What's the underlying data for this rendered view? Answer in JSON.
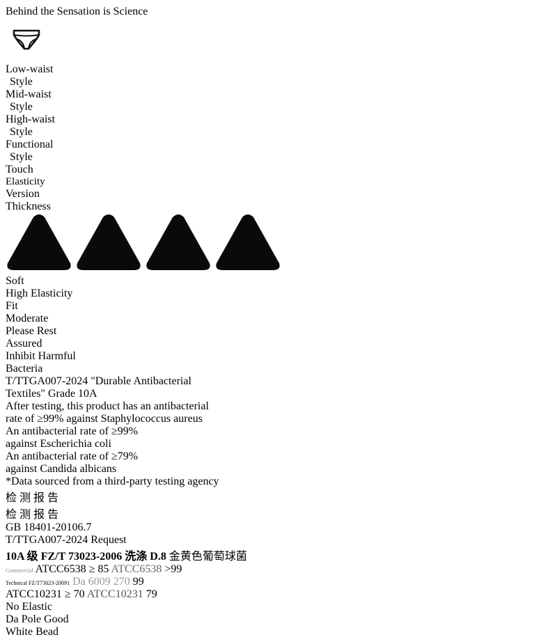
{
  "header": {
    "title": "Behind the Sensation is Science",
    "icon": "underwear-icon"
  },
  "styles": [
    {
      "line1": "Low-waist",
      "line2": "Style",
      "active": false
    },
    {
      "line1": "Mid-waist",
      "line2": "Style",
      "active": true
    },
    {
      "line1": "High-waist",
      "line2": "Style",
      "active": false
    },
    {
      "line1": "Functional",
      "line2": "Style",
      "active": false
    }
  ],
  "attributes": [
    {
      "label": "Touch",
      "value": "Soft"
    },
    {
      "label": "Elasticity",
      "value": "High Elasticity"
    },
    {
      "label": "Version",
      "value": "Fit"
    },
    {
      "label": "Thickness",
      "value": "Moderate"
    }
  ],
  "assurance": {
    "heading": [
      "Please Rest",
      "Assured",
      "Inhibit Harmful",
      "Bacteria"
    ],
    "standard_line1": "T/TTGA007-2024 \"Durable Antibacterial",
    "standard_line2": "Textiles\" Grade 10A",
    "result_line1": "After testing, this product has an antibacterial",
    "result_line2": "rate of ≥99% against Staphylococcus aureus",
    "ecoli_line1": "An antibacterial rate of ≥99%",
    "ecoli_line2": "against Escherichia coli",
    "candida_line1": "An antibacterial rate of ≥79%",
    "candida_line2": "against Candida albicans",
    "source_note": "*Data sourced from a third-party testing agency"
  },
  "report": {
    "title": "检 测 报 告",
    "highlight_title": "GB 18401-20106.7",
    "highlight_sub": "T/TTGA007-2024 Request",
    "rows": [
      {
        "c1": "10A 级",
        "c2": "FZ/T 73023-2006 洗涤 D.8",
        "c3": "金黄色葡萄球菌",
        "c4": "",
        "c5": ""
      },
      {
        "c1": "",
        "c2": "Commercial",
        "c3": "ATCC6538 ≥ 85",
        "c4": "ATCC6538",
        "c5": ">99"
      },
      {
        "c1": "",
        "c2": "Technical FZ/T73023-20091",
        "c3": "Da 6009 270",
        "c4": "",
        "c5": "99"
      },
      {
        "c1": "",
        "c2": "",
        "c3": "ATCC10231 ≥ 70",
        "c4": "ATCC10231",
        "c5": "79"
      }
    ],
    "side_note_1": "No Elastic",
    "side_note_2": "Da Pole Good",
    "side_note_3": "White Bead"
  }
}
